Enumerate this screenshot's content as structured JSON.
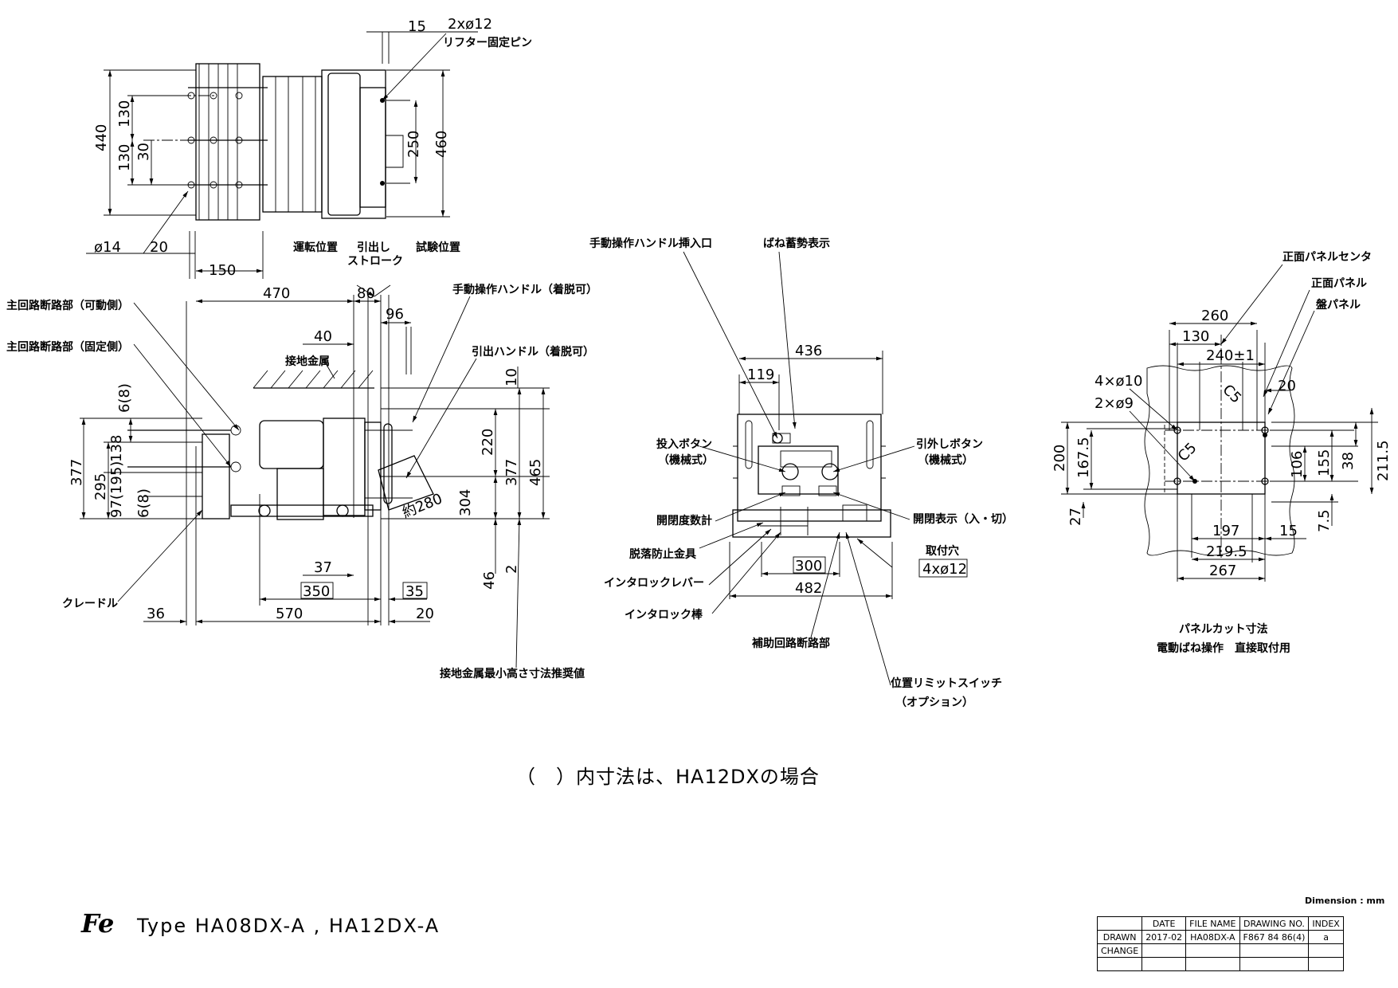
{
  "note": "（　）内寸法は、HA12DXの場合",
  "type_label": "Type HA08DX-A , HA12DX-A",
  "logo_text": "Fe",
  "unit_label": "Dimension : mm",
  "title_block": {
    "headers": [
      "",
      "DATE",
      "FILE NAME",
      "DRAWING NO.",
      "INDEX"
    ],
    "rows": [
      [
        "DRAWN",
        "2017-02",
        "HA08DX-A",
        "F867 84 86(4)",
        "a"
      ],
      [
        "CHANGE",
        "",
        "",
        "",
        ""
      ]
    ]
  },
  "top_view": {
    "dims": [
      "15",
      "2xø12",
      "440",
      "130",
      "130",
      "30",
      "250",
      "460",
      "ø14",
      "20",
      "150"
    ],
    "labels": {
      "lifter_pin": "リフター固定ピン"
    }
  },
  "side_view": {
    "dims": [
      "470",
      "80",
      "96",
      "40",
      "10",
      "6(8)",
      "377",
      "295",
      "97(195)",
      "138",
      "6(8)",
      "220",
      "304",
      "377",
      "465",
      "約280",
      "37",
      "350",
      "35",
      "46",
      "2",
      "36",
      "570",
      "20"
    ],
    "labels": {
      "run_pos": "運転位置",
      "draw_stroke_1": "引出し",
      "draw_stroke_2": "ストローク",
      "test_pos": "試験位置",
      "main_movable": "主回路断路部（可動側）",
      "main_fixed": "主回路断路部（固定側）",
      "manual_handle": "手動操作ハンドル（着脱可）",
      "ground_metal": "接地金属",
      "draw_handle": "引出ハンドル（着脱可）",
      "cradle": "クレードル",
      "ground_height": "接地金属最小高さ寸法推奨値"
    }
  },
  "front_view": {
    "dims": [
      "436",
      "119",
      "300",
      "482"
    ],
    "mount_hole_title": "取付穴",
    "mount_hole_value": "4xø12",
    "labels": {
      "handle_insert": "手動操作ハンドル挿入口",
      "spring_ind": "ばね蓄勢表示",
      "close_btn_1": "投入ボタン",
      "close_btn_2": "（機械式）",
      "trip_btn_1": "引外しボタン",
      "trip_btn_2": "（機械式）",
      "counter": "開閉度数計",
      "on_off_ind": "開閉表示（入・切）",
      "fall_stop": "脱落防止金具",
      "interlock_lever": "インタロックレバー",
      "interlock_rod": "インタロック棒",
      "aux_disc": "補助回路断路部",
      "limit_sw_1": "位置リミットスイッチ",
      "limit_sw_2": "（オプション）"
    }
  },
  "panel_cut": {
    "dims": [
      "260",
      "130",
      "240±1",
      "4×ø10",
      "2×ø9",
      "C5",
      "C5",
      "20",
      "200",
      "167.5",
      "27",
      "106",
      "155",
      "38",
      "211.5",
      "7.5",
      "197",
      "15",
      "219.5",
      "267"
    ],
    "labels": {
      "front_panel_center": "正面パネルセンタ",
      "front_panel": "正面パネル",
      "end_panel": "盤パネル",
      "title": "パネルカット寸法",
      "subtitle": "電動ばね操作　直接取付用"
    }
  }
}
